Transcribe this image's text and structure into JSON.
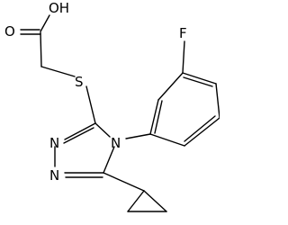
{
  "molecule": {
    "atoms": {
      "oh": "OH",
      "o": "O",
      "s": "S",
      "f": "F",
      "n1": "N",
      "n2": "N",
      "n4": "N"
    }
  }
}
